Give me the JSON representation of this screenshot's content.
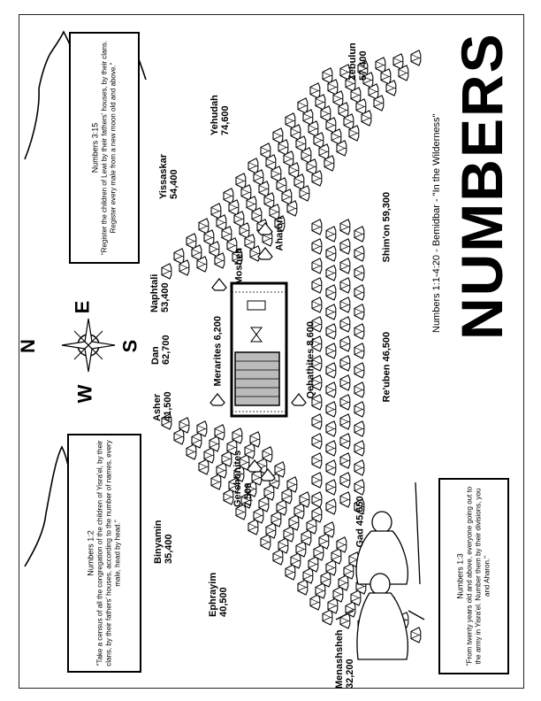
{
  "title": "NUMBERS",
  "subtitle": "Numbers 1:1-4:20 - Bemidbar - \"In the Wilderness\"",
  "compass": {
    "n": "N",
    "e": "E",
    "s": "S",
    "w": "W"
  },
  "quotes": {
    "q1": {
      "ref": "Numbers 1:2",
      "text": "\"Take a census of all the congregation of the children of Yisra'el, by their clans, by their fathers' houses, according to the number of names, every male, head by head.\""
    },
    "q2": {
      "ref": "Numbers 3:15",
      "text": "\"Register the children of Lewi by their fathers' houses, by their clans. Register every male from a new moon old and above.\""
    },
    "q3": {
      "ref": "Numbers 1:3",
      "text": "\"From twenty years old and above, everyone going out to the army in Yisra'el. Number them by their divisions, you and Aharon.\""
    }
  },
  "tribes": {
    "menashsheh": {
      "name": "Menashsheh",
      "count": "32,200"
    },
    "ephrayim": {
      "name": "Ephrayim",
      "count": "40,500"
    },
    "binyamin": {
      "name": "Binyamin",
      "count": "35,400"
    },
    "asher": {
      "name": "Asher",
      "count": "41,500"
    },
    "dan": {
      "name": "Dan",
      "count": "62,700"
    },
    "naphtali": {
      "name": "Naphtali",
      "count": "53,400"
    },
    "yissaskar": {
      "name": "Yissaskar",
      "count": "54,400"
    },
    "yehudah": {
      "name": "Yehudah",
      "count": "74,600"
    },
    "zebulun": {
      "name": "Zebulun",
      "count": "57,400"
    },
    "gad": {
      "name": "Gad 45,650"
    },
    "reuben": {
      "name": "Re'uben 46,500"
    },
    "shimon": {
      "name": "Shim'on 59,300"
    }
  },
  "levites": {
    "merarites": "Merarites 6,200",
    "qehathites": "Qehathites 8,600",
    "gershonites": {
      "name": "Gershonites",
      "count": "7,500"
    },
    "mosheh": "Mosheh",
    "aharon": "Aharon"
  }
}
